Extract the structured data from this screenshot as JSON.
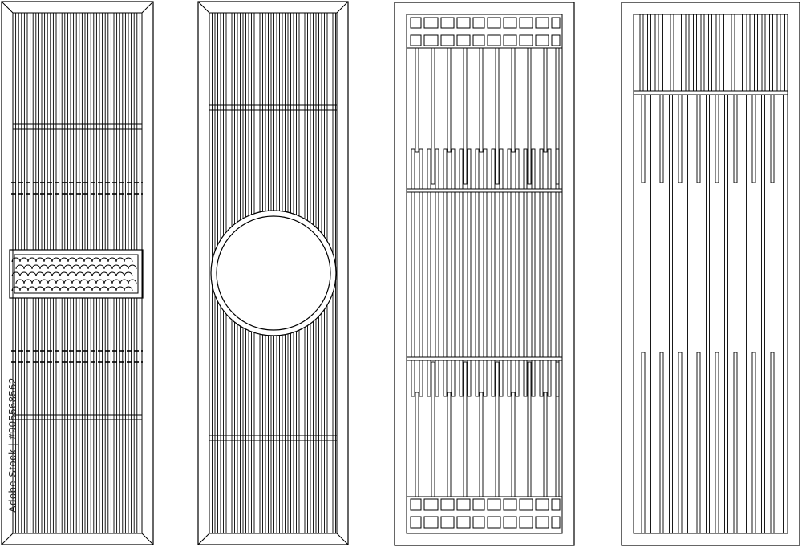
{
  "stroke_color": "#000000",
  "background_color": "#ffffff",
  "watermark_text": "Adobe Stock | #905568562",
  "panels": [
    {
      "name": "panel-slats-fish-scale-band",
      "motif": "vertical slats, two rails, dashed crossbars, fish-scale band"
    },
    {
      "name": "panel-slats-round-window",
      "motif": "vertical slats, two rails, circular opening"
    },
    {
      "name": "panel-grid-lattice",
      "motif": "square grid top and bottom, staggered long verticals"
    },
    {
      "name": "panel-open-lattice",
      "motif": "dense top slats, staggered long verticals"
    }
  ]
}
